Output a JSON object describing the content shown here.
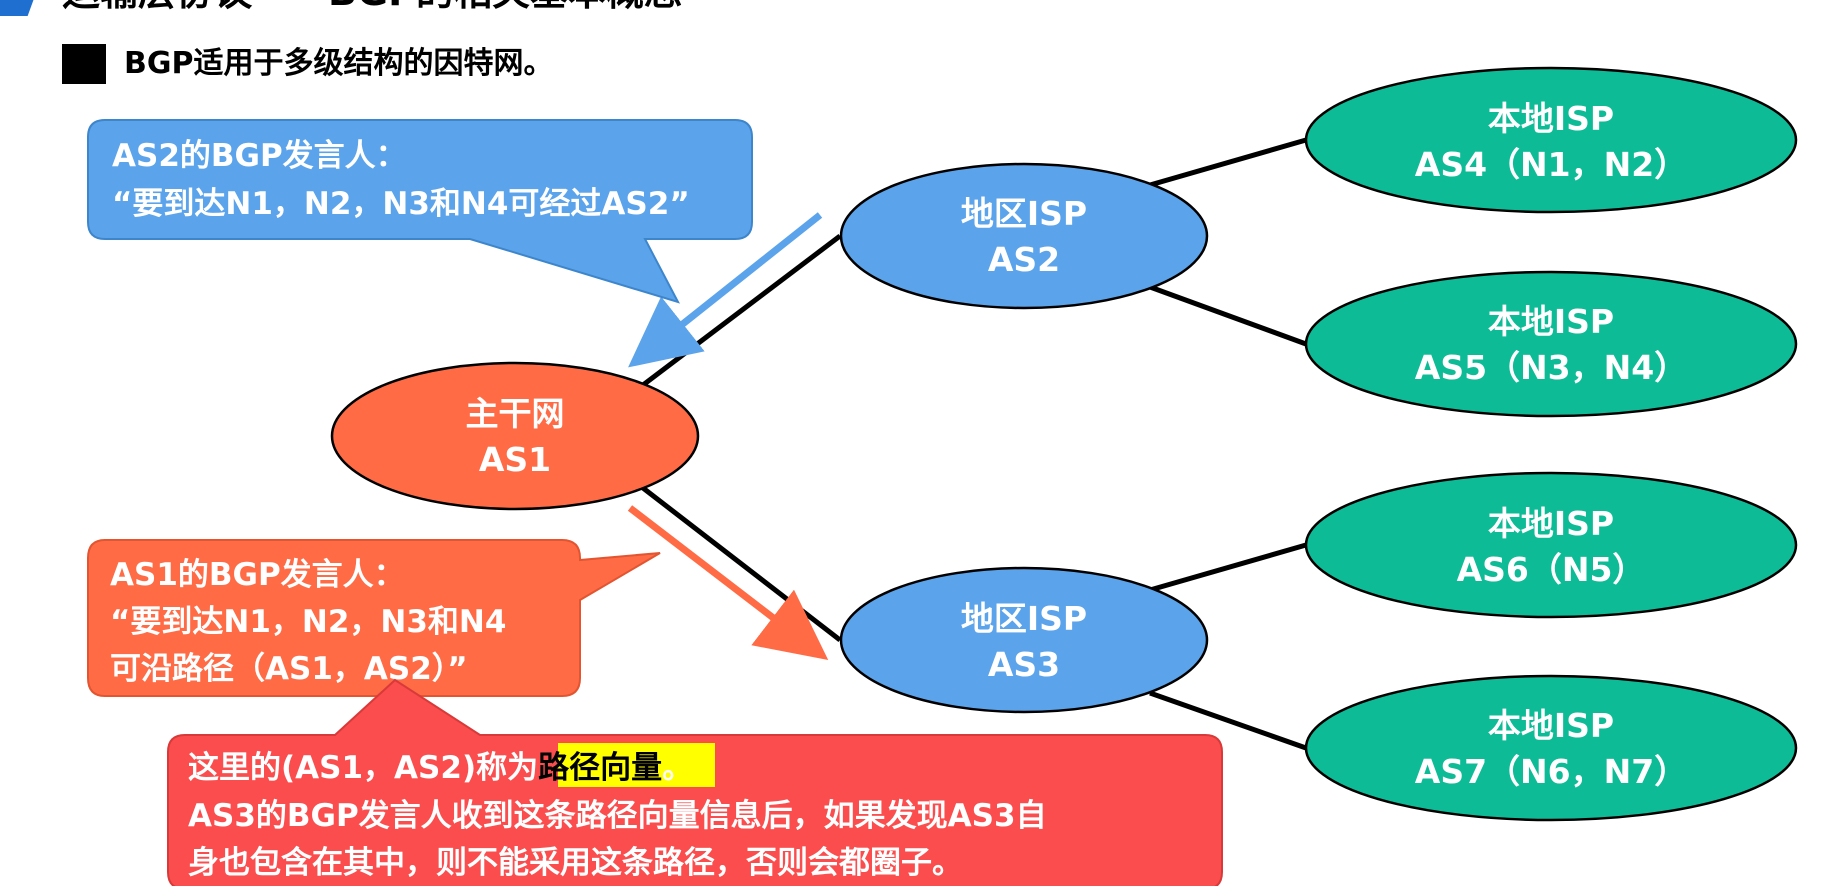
{
  "header": {
    "title": "运输层协议——BGP的相关基本概念"
  },
  "subtitle": "BGP适用于多级结构的因特网。",
  "nodes": {
    "as1": {
      "line1": "主干网",
      "line2": "AS1",
      "color": "#ff6b45"
    },
    "as2": {
      "line1": "地区ISP",
      "line2": "AS2",
      "color": "#5ba3ea"
    },
    "as3": {
      "line1": "地区ISP",
      "line2": "AS3",
      "color": "#5ba3ea"
    },
    "as4": {
      "line1": "本地ISP",
      "line2": "AS4（N1，N2）",
      "color": "#0dbc96"
    },
    "as5": {
      "line1": "本地ISP",
      "line2": "AS5（N3，N4）",
      "color": "#0dbc96"
    },
    "as6": {
      "line1": "本地ISP",
      "line2": "AS6（N5）",
      "color": "#0dbc96"
    },
    "as7": {
      "line1": "本地ISP",
      "line2": "AS7（N6，N7）",
      "color": "#0dbc96"
    }
  },
  "callouts": {
    "as2_speaker": {
      "line1": "AS2的BGP发言人：",
      "line2": "“要到达N1，N2，N3和N4可经过AS2”",
      "color": "#5ba3ea"
    },
    "as1_speaker": {
      "line1": "AS1的BGP发言人：",
      "line2": "“要到达N1，N2，N3和N4",
      "line3": "可沿路径（AS1，AS2）”",
      "color": "#ff6b45"
    },
    "path_vector": {
      "line1_prefix": "这里的(AS1，AS2)称为",
      "line1_highlight": "路径向量",
      "line1_suffix": "。",
      "line2": "AS3的BGP发言人收到这条路径向量信息后，如果发现AS3自",
      "line3": "身也包含在其中，则不能采用这条路径，否则会都圈子。",
      "color": "#fb4d4d",
      "highlight_color": "#ffff00"
    }
  },
  "arrows": {
    "blue_color": "#5ba3ea",
    "orange_color": "#ff6b45"
  }
}
